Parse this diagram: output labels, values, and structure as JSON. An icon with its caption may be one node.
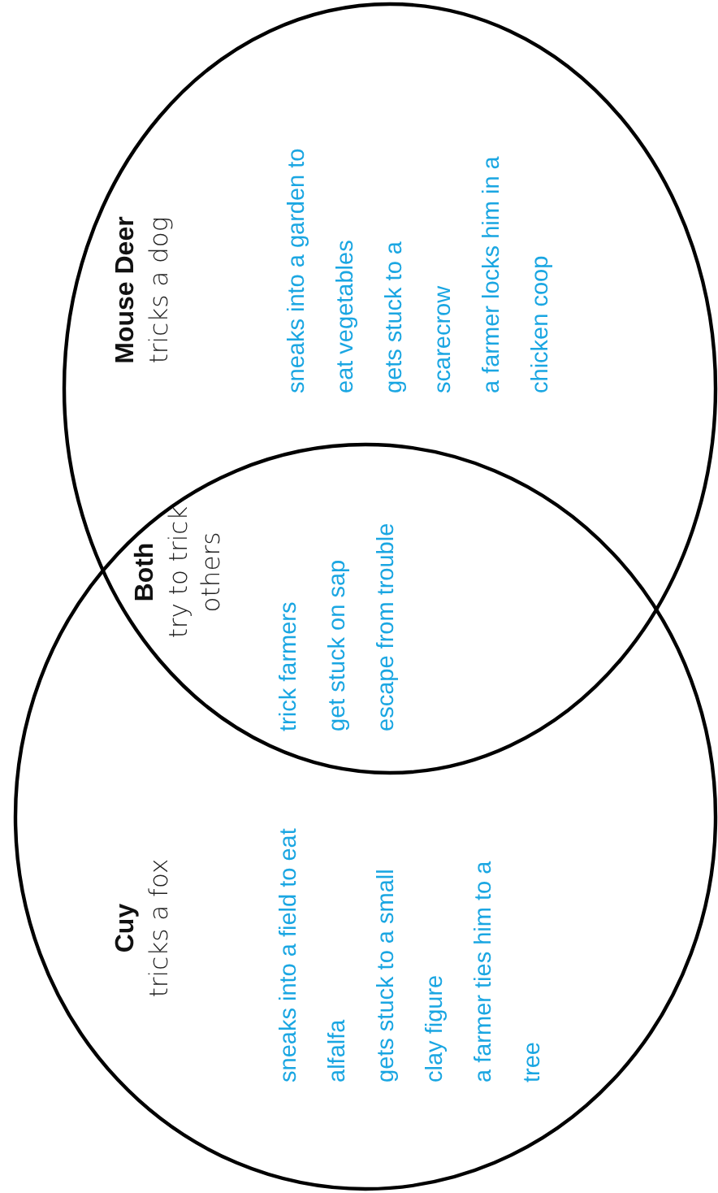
{
  "diagram": {
    "nodes": [
      {
        "text": [
          "Mouse Deer",
          "tricks a dog",
          "sneaks into a garden to eat vegetables",
          "gets stuck to a scarecrow",
          "a farmer locks him in a chicken coop"
        ]
      },
      {
        "text": [
          "Both",
          "try to trick others",
          "trick farmers",
          "get stuck on sap",
          "escape from trouble"
        ]
      },
      {
        "text": [
          "Cuy",
          "tricks a fox",
          "sneaks into a field to eat alfalfa",
          "gets stuck to a small clay figure",
          "a farmer ties him to a tree"
        ]
      }
    ]
  }
}
